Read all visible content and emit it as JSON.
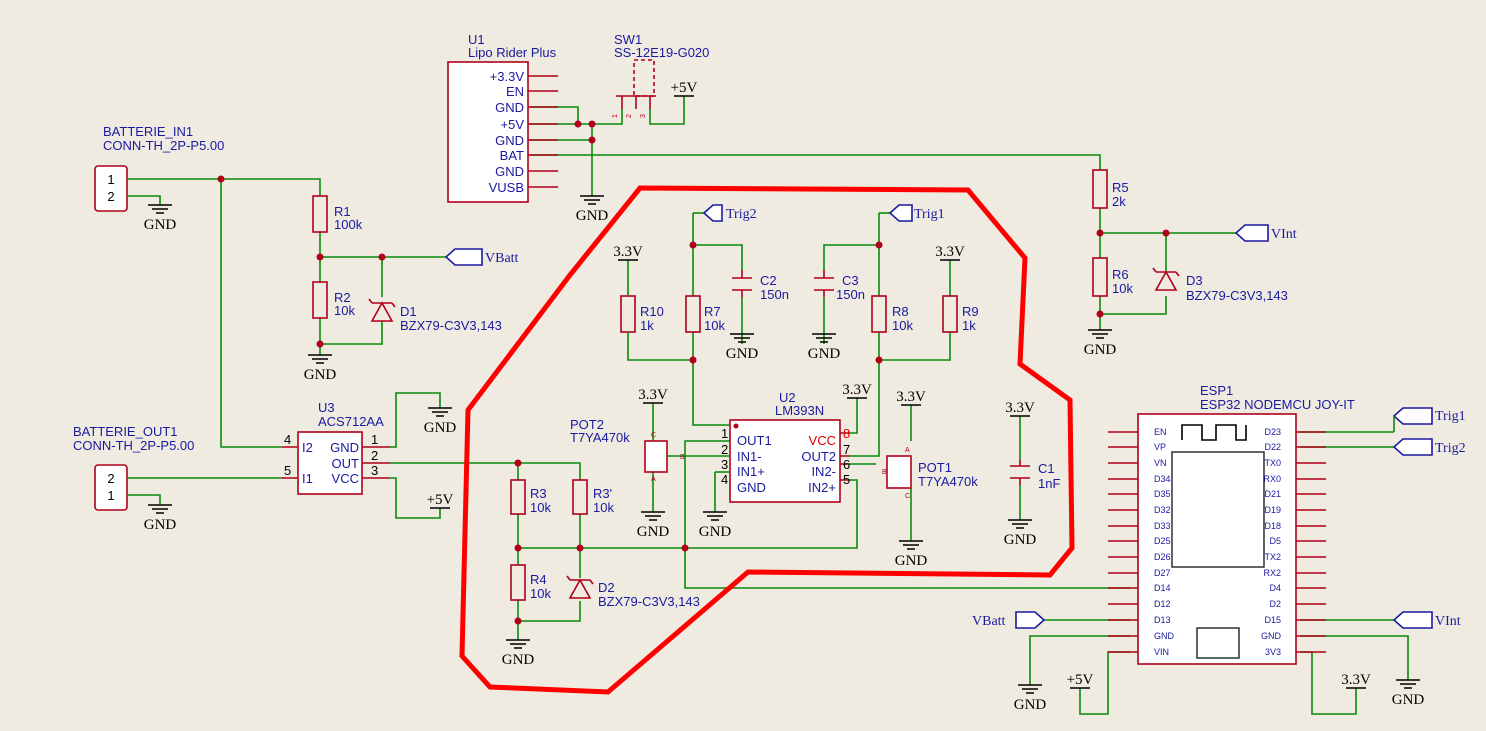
{
  "labels": {
    "u1_ref": "U1",
    "u1_val": "Lipo Rider Plus",
    "u1_pins": [
      "+3.3V",
      "EN",
      "GND",
      "+5V",
      "GND",
      "BAT",
      "GND",
      "VUSB"
    ],
    "sw1_ref": "SW1",
    "sw1_val": "SS-12E19-G020",
    "sw1_pins": [
      "1",
      "2",
      "3"
    ],
    "bat_in_ref": "BATTERIE_IN1",
    "bat_in_val": "CONN-TH_2P-P5.00",
    "bat_out_ref": "BATTERIE_OUT1",
    "bat_out_val": "CONN-TH_2P-P5.00",
    "r1_ref": "R1",
    "r1_val": "100k",
    "r2_ref": "R2",
    "r2_val": "10k",
    "d1_ref": "D1",
    "d1_val": "BZX79-C3V3,143",
    "u3_ref": "U3",
    "u3_val": "ACS712AA",
    "u3_pins": [
      "I2",
      "I1",
      "GND",
      "OUT",
      "VCC"
    ],
    "u3_nums": [
      "4",
      "5",
      "1",
      "2",
      "3"
    ],
    "r10_ref": "R10",
    "r10_val": "1k",
    "r7_ref": "R7",
    "r7_val": "10k",
    "c2_ref": "C2",
    "c2_val": "150n",
    "c3_ref": "C3",
    "c3_val": "150n",
    "r8_ref": "R8",
    "r8_val": "10k",
    "r9_ref": "R9",
    "r9_val": "1k",
    "u2_ref": "U2",
    "u2_val": "LM393N",
    "u2_pins": [
      "OUT1",
      "IN1-",
      "IN1+",
      "GND",
      "VCC",
      "OUT2",
      "IN2-",
      "IN2+"
    ],
    "u2_nums": [
      "1",
      "2",
      "3",
      "4",
      "8",
      "7",
      "6",
      "5"
    ],
    "pot2_ref": "POT2",
    "pot2_val": "T7YA470k",
    "pot1_ref": "POT1",
    "pot1_val": "T7YA470k",
    "pot_pins": [
      "C",
      "B",
      "A"
    ],
    "c1_ref": "C1",
    "c1_val": "1nF",
    "r3_ref": "R3",
    "r3_val": "10k",
    "r3p_ref": "R3'",
    "r3p_val": "10k",
    "r4_ref": "R4",
    "r4_val": "10k",
    "d2_ref": "D2",
    "d2_val": "BZX79-C3V3,143",
    "r5_ref": "R5",
    "r5_val": "2k",
    "r6_ref": "R6",
    "r6_val": "10k",
    "d3_ref": "D3",
    "d3_val": "BZX79-C3V3,143",
    "esp_ref": "ESP1",
    "esp_val": "ESP32 NODEMCU JOY-IT",
    "esp_left": [
      "EN",
      "VP",
      "VN",
      "D34",
      "D35",
      "D32",
      "D33",
      "D25",
      "D26",
      "D27",
      "D14",
      "D12",
      "D13",
      "GND",
      "VIN"
    ],
    "esp_right": [
      "D23",
      "D22",
      "TX0",
      "RX0",
      "D21",
      "D19",
      "D18",
      "D5",
      "TX2",
      "RX2",
      "D4",
      "D2",
      "D15",
      "GND",
      "3V3"
    ],
    "gnd": "GND",
    "v33": "3.3V",
    "v5": "+5V",
    "net_vbatt": "VBatt",
    "net_vint": "VInt",
    "net_trig1": "Trig1",
    "net_trig2": "Trig2"
  },
  "colors": {
    "wire": "#0a8a0a",
    "part": "#b0001a",
    "netlabel": "#1a1aa0",
    "highlight": "#ff0000",
    "background": "#efebe0"
  }
}
